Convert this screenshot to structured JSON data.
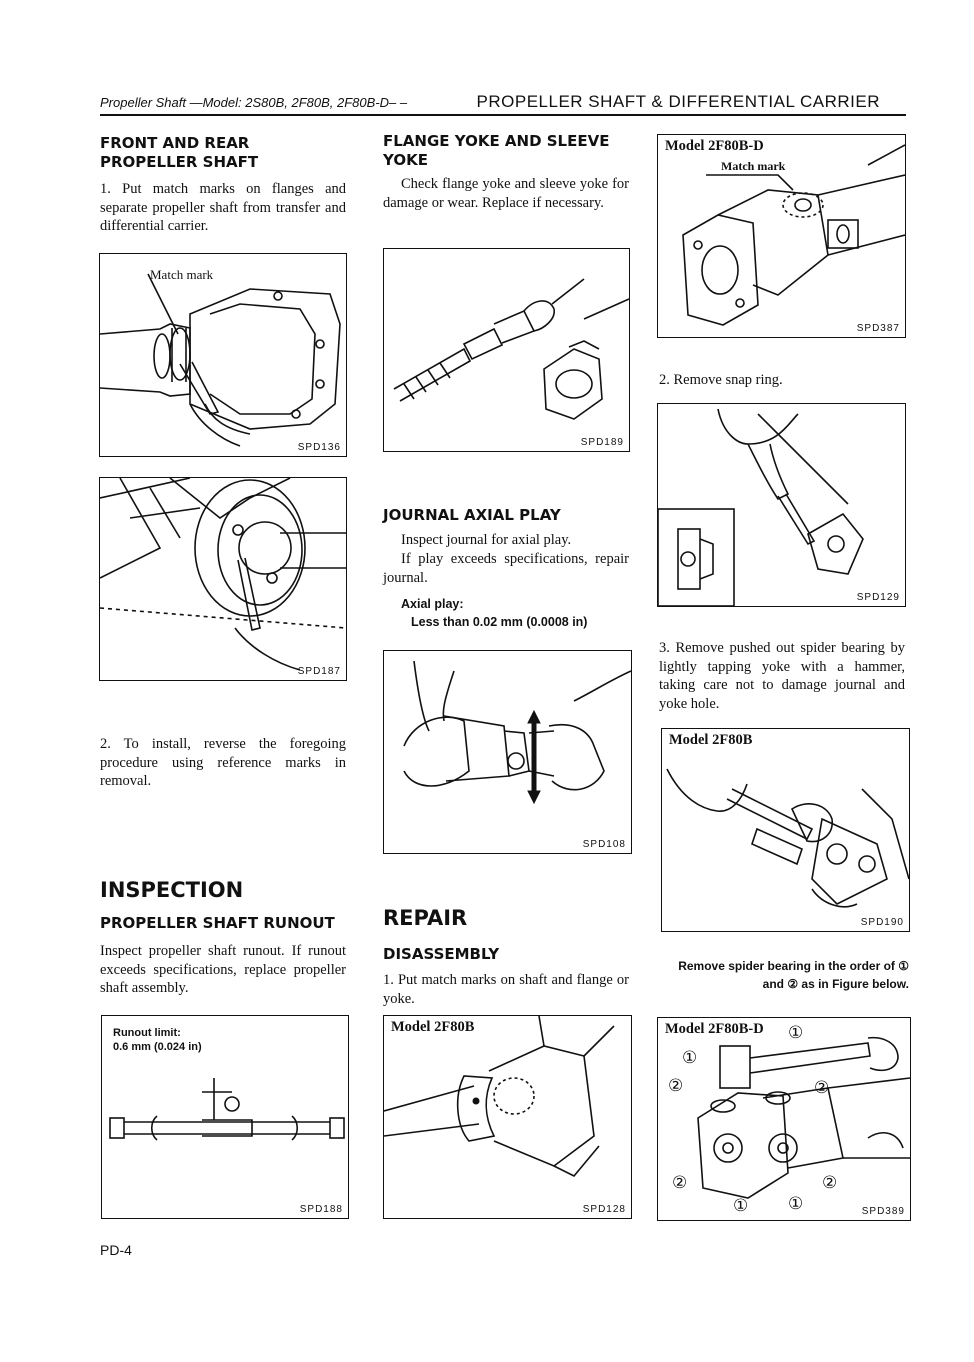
{
  "header": {
    "italic": "Propeller Shaft —Model: 2S80B, 2F80B, 2F80B-D– –",
    "title": "PROPELLER SHAFT & DIFFERENTIAL CARRIER"
  },
  "col1": {
    "heading": "FRONT AND REAR PROPELLER SHAFT",
    "step1": "1. Put match marks on flanges and separate propeller shaft from transfer and differential carrier.",
    "fig1": {
      "label": "Match mark",
      "code": "SPD136"
    },
    "fig2": {
      "code": "SPD187"
    },
    "step2": "2. To install, reverse the foregoing procedure using reference marks in removal.",
    "inspection": "INSPECTION",
    "runout_heading": "PROPELLER SHAFT RUNOUT",
    "runout_text": "Inspect propeller shaft runout. If runout exceeds specifications, replace propeller shaft assembly.",
    "fig3": {
      "spec_label": "Runout limit:",
      "spec_value": "0.6 mm (0.024 in)",
      "code": "SPD188"
    }
  },
  "col2": {
    "flange_heading": "FLANGE YOKE AND SLEEVE YOKE",
    "flange_text": "Check flange yoke and sleeve yoke for damage or wear. Replace if necessary.",
    "fig1": {
      "code": "SPD189"
    },
    "journal_heading": "JOURNAL AXIAL PLAY",
    "journal_text1": "Inspect journal for axial play.",
    "journal_text2": "If play exceeds specifications, repair journal.",
    "axial_label": "Axial play:",
    "axial_value": "Less than 0.02 mm (0.0008 in)",
    "fig2": {
      "code": "SPD108"
    },
    "repair": "REPAIR",
    "disassembly": "DISASSEMBLY",
    "dis_step1": "1. Put match marks on shaft and flange or yoke.",
    "fig3": {
      "model": "Model 2F80B",
      "code": "SPD128"
    }
  },
  "col3": {
    "fig1": {
      "model": "Model 2F80B-D",
      "label": "Match mark",
      "code": "SPD387"
    },
    "step2": "2. Remove snap ring.",
    "fig2": {
      "code": "SPD129"
    },
    "step3": "3. Remove pushed out spider bearing by lightly tapping yoke with a hammer, taking care not to damage journal and yoke hole.",
    "fig3": {
      "model": "Model 2F80B",
      "code": "SPD190"
    },
    "note": "Remove spider bearing in the order of ① and ② as in Figure below.",
    "fig4": {
      "model": "Model 2F80B-D",
      "code": "SPD389",
      "mark1": "①",
      "mark2": "②"
    }
  },
  "footer": {
    "page": "PD-4"
  }
}
